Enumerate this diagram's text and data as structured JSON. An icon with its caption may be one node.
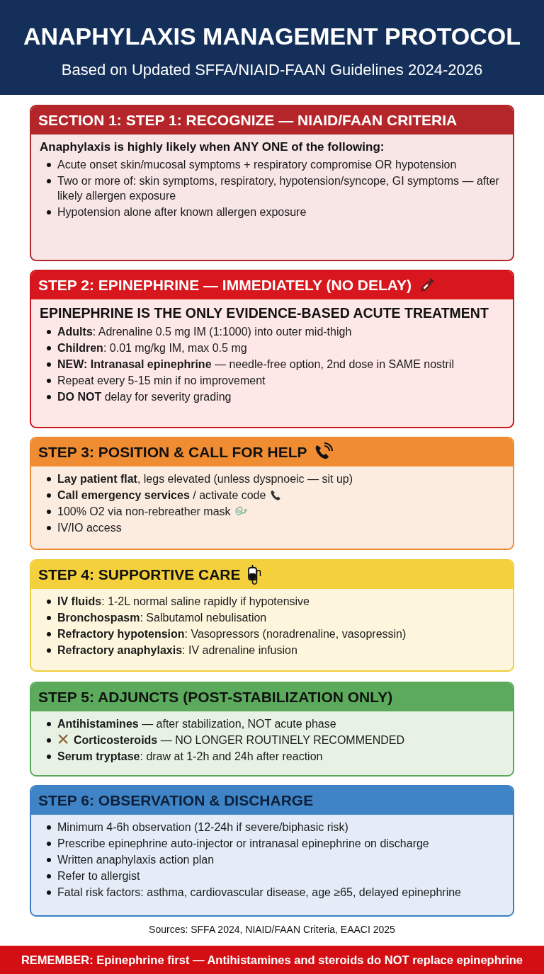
{
  "diagram": {
    "title": "ANAPHYLAXIS MANAGEMENT PROTOCOL",
    "nodes": [
      {
        "text": [
          "SECTION 1: STEP 1: RECOGNIZE — NIAID/FAAN CRITERIA",
          "Anaphylaxis is highly likely when ANY ONE of the following:",
          "Acute onset skin/mucosal symptoms + respiratory compromise OR hypotension",
          "Two or more of: skin symptoms, respiratory, hypotension/syncope, GI symptoms — after likely allergen exposure",
          "Hypotension alone after known allergen exposure"
        ]
      },
      {
        "text": [
          "STEP 2: EPINEPHRINE — IMMEDIATELY (NO DELAY)",
          "EPINEPHRINE IS THE ONLY EVIDENCE-BASED ACUTE TREATMENT",
          "**Adults**: Adrenaline 0.5 mg IM (1:1000) into outer mid-thigh",
          "**Children**: 0.01 mg/kg IM, max 0.5 mg",
          "**NEW: Intranasal epinephrine** — needle-free option, 2nd dose in SAME nostril",
          "Repeat every 5-15 min if no improvement",
          "**DO NOT** delay for severity grading"
        ]
      },
      {
        "text": [
          "STEP 3: POSITION & CALL FOR HELP",
          "**Lay patient flat**, legs elevated (unless dyspnoeic — sit up)",
          "**Call emergency services** / activate code",
          "100% O2 via non-rebreather mask",
          "IV/IO access"
        ]
      },
      {
        "text": [
          "STEP 4: SUPPORTIVE CARE",
          "**IV fluids**: 1-2L normal saline rapidly if hypotensive",
          "**Bronchospasm**: Salbutamol nebulisation",
          "**Refractory hypotension**: Vasopressors (noradrenaline, vasopressin)",
          "**Refractory anaphylaxis**: IV adrenaline infusion"
        ]
      },
      {
        "text": [
          "STEP 5: ADJUNCTS (POST-STABILIZATION ONLY)",
          "**Antihistamines** — after stabilization, NOT acute phase",
          "**Corticosteroids** — NO LONGER ROUTINELY RECOMMENDED",
          "**Serum tryptase**: draw at 1-2h and 24h after reaction"
        ]
      },
      {
        "text": [
          "STEP 6: OBSERVATION & DISCHARGE",
          "Minimum 4-6h observation (12-24h if severe/biphasic risk)",
          "Prescribe epinephrine auto-injector or intranasal epinephrine on discharge",
          "Written anaphylaxis action plan",
          "Refer to allergist",
          "Fatal risk factors: asthma, cardiovascular disease, age ≥65, delayed epinephrine"
        ]
      },
      {
        "text": [
          "REMEMBER: Epinephrine first — Antihistamines and steroids do NOT replace epinephrine"
        ]
      }
    ],
    "labels": [
      "Based on Updated SFFA/NIAID-FAAN Guidelines 2024-2026",
      "Sources: SFFA 2024, NIAID/FAAN Criteria, EAACI 2025"
    ]
  }
}
